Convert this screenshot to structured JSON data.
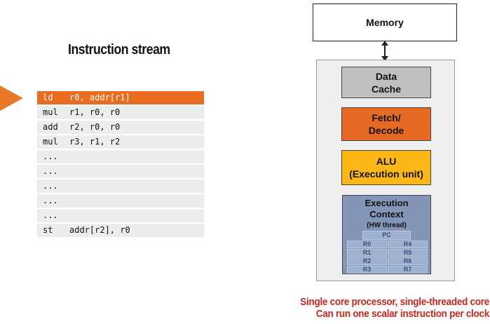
{
  "instruction_stream": {
    "title": "Instruction stream",
    "instructions": [
      {
        "op": "ld",
        "args": "r0, addr[r1]",
        "active": true
      },
      {
        "op": "mul",
        "args": "r1, r0, r0"
      },
      {
        "op": "add",
        "args": "r2, r0, r0"
      },
      {
        "op": "mul",
        "args": "r3, r1, r2"
      },
      {
        "op": "...",
        "args": ""
      },
      {
        "op": "...",
        "args": ""
      },
      {
        "op": "...",
        "args": ""
      },
      {
        "op": "...",
        "args": ""
      },
      {
        "op": "...",
        "args": ""
      },
      {
        "op": "st",
        "args": "addr[r2], r0"
      }
    ]
  },
  "processor": {
    "memory": "Memory",
    "cache": {
      "line1": "Data",
      "line2": "Cache"
    },
    "fetch": {
      "line1": "Fetch/",
      "line2": "Decode"
    },
    "alu": {
      "line1": "ALU",
      "line2": "(Execution unit)"
    },
    "context": {
      "line1": "Execution",
      "line2": "Context",
      "sub": "(HW thread)",
      "pc": "PC",
      "registers_left": [
        "R0",
        "R1",
        "R2",
        "R3"
      ],
      "registers_right": [
        "R4",
        "R5",
        "R6",
        "R7"
      ]
    }
  },
  "caption": {
    "line1": "Single core processor, single-threaded core",
    "line2": "Can run one scalar instruction per clock"
  },
  "colors": {
    "highlight": "#e86d23",
    "fetch": "#e56b24",
    "alu": "#fdb717",
    "cache": "#bfbfbf",
    "context": "#8496b8",
    "caption": "#c8281e"
  }
}
